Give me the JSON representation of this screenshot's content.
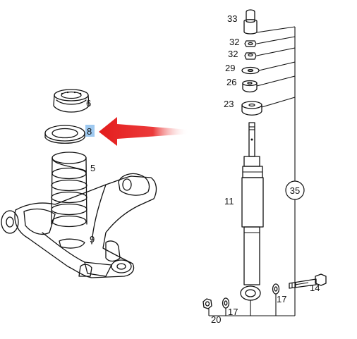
{
  "labels": {
    "p33": "33",
    "p32a": "32",
    "p32b": "32",
    "p29": "29",
    "p26": "26",
    "p23": "23",
    "p11": "11",
    "p35": "35",
    "p14": "14",
    "p17a": "17",
    "p17b": "17",
    "p20": "20",
    "p6": "6",
    "p8": "8",
    "p5": "5",
    "p9": "9"
  },
  "highlight": {
    "part": "8",
    "box_color": "#9ec9f0",
    "arrow_color": "#e31d1d"
  }
}
